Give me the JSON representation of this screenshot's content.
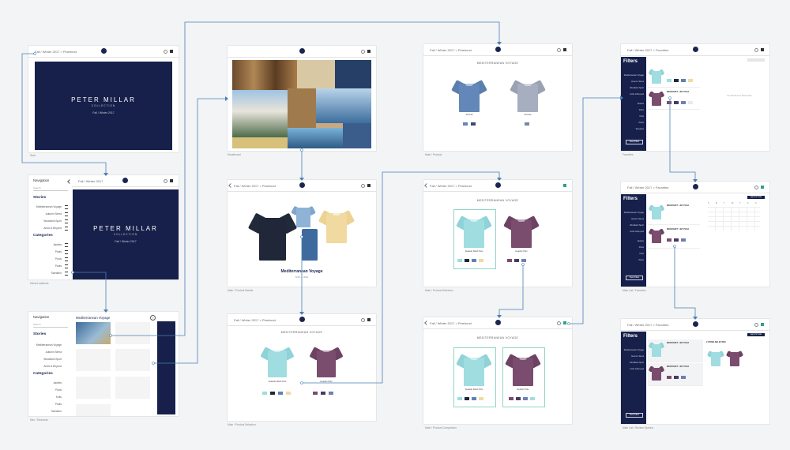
{
  "colors": {
    "navy": "#16204a",
    "connector": "#4a7fb5",
    "teal": "#8fd6c8",
    "aqua": "#9fdde0",
    "plum": "#7a4c6e",
    "grey": "#9aa1a8",
    "blue": "#5d82b6"
  },
  "breadcrumb": "Fall / Winter 2017  >  Pinehurst",
  "breadcrumb_short": "Fall / Winter 2017",
  "breadcrumb_favorites": "Fall / Winter 2017  >  Favorites",
  "brand": {
    "name": "PETER MILLAR",
    "sub": "COLLECTION",
    "season": "Fall / Winter 2017"
  },
  "captions": {
    "c1": "Start",
    "c2": "Menu/Lookbook",
    "c3": "Nav / Shortcuts",
    "c4": "Moodboard",
    "c5": "Main / Product Details",
    "c6": "Main / Product Selection",
    "c7": "Main / Product",
    "c8": "Main / Product Selection",
    "c9": "Main / Product Comparison",
    "c10": "Favorites",
    "c11": "Main List / Favorites",
    "c12": "Main List / Review Options"
  },
  "nav": {
    "title": "Navigation",
    "search": "Search",
    "stories_h": "Stories",
    "stories": [
      "Mediterranean Voyage",
      "Autumn Sierra",
      "Woodland Sport",
      "Arctic & Beyond"
    ],
    "cats_h": "Categories",
    "cats": [
      "Jackets",
      "Pants",
      "Polos",
      "Pants",
      "Sweaters"
    ],
    "cats2": [
      "Jackets",
      "Polos",
      "Knits",
      "Pants",
      "Sweaters"
    ]
  },
  "story": {
    "title": "Mediterranean Voyage",
    "dates": "6/15 — 8/20",
    "label": "MEDITERRANEAN VOYAGE"
  },
  "products": {
    "p1": "Jet Polo",
    "p2": "Jet Polo",
    "sel1": "Seaside Wash Polo",
    "sel2": "Heather Polo"
  },
  "favorites": {
    "title": "Filters",
    "items": [
      "Stories",
      "Mediterranean Voyage",
      "Autumn Sierra",
      "Woodland Sport",
      "Arctic & Beyond",
      "Jackets",
      "Polos",
      "Knits",
      "Pants",
      "Sweaters"
    ],
    "btn": "Clear Filters",
    "card1": "MICROSOFT / JET POLO",
    "card2": "MICROSOFT / JET POLO",
    "empty": "NO PRODUCTS SELECTED",
    "selected": "2 ITEMS SELECTED",
    "apply": "Apply for Sale"
  },
  "calendar": {
    "days": [
      "S",
      "M",
      "T",
      "W",
      "T",
      "F",
      "S"
    ]
  }
}
